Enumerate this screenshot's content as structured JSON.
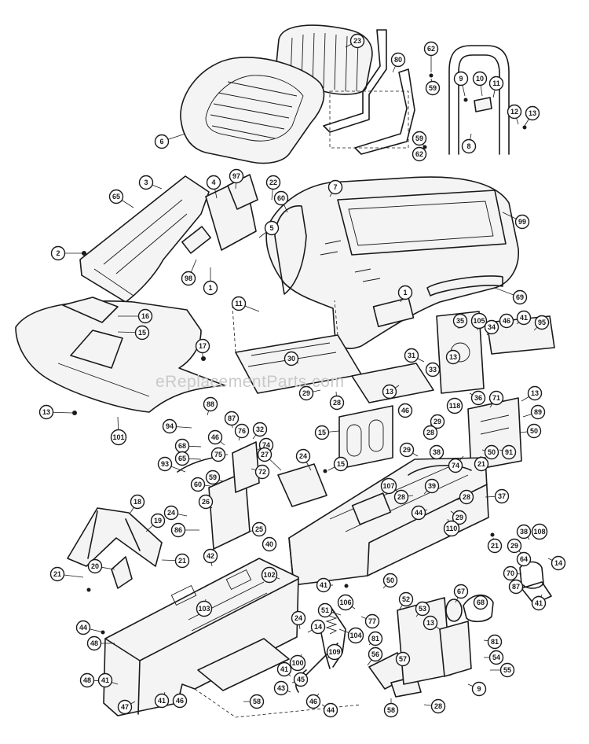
{
  "watermark": "eReplacementParts.com",
  "callouts": [
    {
      "id": "c-23",
      "label": "23"
    },
    {
      "id": "c-80",
      "label": "80"
    },
    {
      "id": "c-62a",
      "label": "62"
    },
    {
      "id": "c-59a",
      "label": "59"
    },
    {
      "id": "c-9a",
      "label": "9"
    },
    {
      "id": "c-10",
      "label": "10"
    },
    {
      "id": "c-11a",
      "label": "11"
    },
    {
      "id": "c-12",
      "label": "12"
    },
    {
      "id": "c-13a",
      "label": "13"
    },
    {
      "id": "c-6",
      "label": "6"
    },
    {
      "id": "c-8",
      "label": "8"
    },
    {
      "id": "c-59b",
      "label": "59"
    },
    {
      "id": "c-62b",
      "label": "62"
    },
    {
      "id": "c-3",
      "label": "3"
    },
    {
      "id": "c-4",
      "label": "4"
    },
    {
      "id": "c-97",
      "label": "97"
    },
    {
      "id": "c-22",
      "label": "22"
    },
    {
      "id": "c-7",
      "label": "7"
    },
    {
      "id": "c-65",
      "label": "65"
    },
    {
      "id": "c-60",
      "label": "60"
    },
    {
      "id": "c-99",
      "label": "99"
    },
    {
      "id": "c-5",
      "label": "5"
    },
    {
      "id": "c-2",
      "label": "2"
    },
    {
      "id": "c-98",
      "label": "98"
    },
    {
      "id": "c-1a",
      "label": "1"
    },
    {
      "id": "c-1b",
      "label": "1"
    },
    {
      "id": "c-69",
      "label": "69"
    },
    {
      "id": "c-11b",
      "label": "11"
    },
    {
      "id": "c-16",
      "label": "16"
    },
    {
      "id": "c-15a",
      "label": "15"
    },
    {
      "id": "c-35",
      "label": "35"
    },
    {
      "id": "c-105",
      "label": "105"
    },
    {
      "id": "c-34",
      "label": "34"
    },
    {
      "id": "c-46a",
      "label": "46"
    },
    {
      "id": "c-41a",
      "label": "41"
    },
    {
      "id": "c-95",
      "label": "95"
    },
    {
      "id": "c-17",
      "label": "17"
    },
    {
      "id": "c-30",
      "label": "30"
    },
    {
      "id": "c-31",
      "label": "31"
    },
    {
      "id": "c-33",
      "label": "33"
    },
    {
      "id": "c-13b",
      "label": "13"
    },
    {
      "id": "c-29a",
      "label": "29"
    },
    {
      "id": "c-13c",
      "label": "13"
    },
    {
      "id": "c-28a",
      "label": "28"
    },
    {
      "id": "c-36",
      "label": "36"
    },
    {
      "id": "c-118",
      "label": "118"
    },
    {
      "id": "c-71",
      "label": "71"
    },
    {
      "id": "c-13d",
      "label": "13"
    },
    {
      "id": "c-13e",
      "label": "13"
    },
    {
      "id": "c-101",
      "label": "101"
    },
    {
      "id": "c-88",
      "label": "88"
    },
    {
      "id": "c-46b",
      "label": "46"
    },
    {
      "id": "c-29b",
      "label": "29"
    },
    {
      "id": "c-89",
      "label": "89"
    },
    {
      "id": "c-94",
      "label": "94"
    },
    {
      "id": "c-87",
      "label": "87"
    },
    {
      "id": "c-76",
      "label": "76"
    },
    {
      "id": "c-32",
      "label": "32"
    },
    {
      "id": "c-28b",
      "label": "28"
    },
    {
      "id": "c-50a",
      "label": "50"
    },
    {
      "id": "c-15b",
      "label": "15"
    },
    {
      "id": "c-46c",
      "label": "46"
    },
    {
      "id": "c-74a",
      "label": "74"
    },
    {
      "id": "c-68",
      "label": "68"
    },
    {
      "id": "c-75",
      "label": "75"
    },
    {
      "id": "c-65b",
      "label": "65"
    },
    {
      "id": "c-29c",
      "label": "29"
    },
    {
      "id": "c-38a",
      "label": "38"
    },
    {
      "id": "c-50b",
      "label": "50"
    },
    {
      "id": "c-91",
      "label": "91"
    },
    {
      "id": "c-93",
      "label": "93"
    },
    {
      "id": "c-72",
      "label": "72"
    },
    {
      "id": "c-27",
      "label": "27"
    },
    {
      "id": "c-24a",
      "label": "24"
    },
    {
      "id": "c-15c",
      "label": "15"
    },
    {
      "id": "c-74b",
      "label": "74"
    },
    {
      "id": "c-21a",
      "label": "21"
    },
    {
      "id": "c-60b",
      "label": "60"
    },
    {
      "id": "c-59c",
      "label": "59"
    },
    {
      "id": "c-107",
      "label": "107"
    },
    {
      "id": "c-28c",
      "label": "28"
    },
    {
      "id": "c-39",
      "label": "39"
    },
    {
      "id": "c-28d",
      "label": "28"
    },
    {
      "id": "c-37",
      "label": "37"
    },
    {
      "id": "c-26",
      "label": "26"
    },
    {
      "id": "c-18",
      "label": "18"
    },
    {
      "id": "c-24b",
      "label": "24"
    },
    {
      "id": "c-44a",
      "label": "44"
    },
    {
      "id": "c-29d",
      "label": "29"
    },
    {
      "id": "c-86",
      "label": "86"
    },
    {
      "id": "c-25",
      "label": "25"
    },
    {
      "id": "c-110",
      "label": "110"
    },
    {
      "id": "c-19",
      "label": "19"
    },
    {
      "id": "c-40",
      "label": "40"
    },
    {
      "id": "c-21b",
      "label": "21"
    },
    {
      "id": "c-38b",
      "label": "38"
    },
    {
      "id": "c-108",
      "label": "108"
    },
    {
      "id": "c-20",
      "label": "20"
    },
    {
      "id": "c-21c",
      "label": "21"
    },
    {
      "id": "c-29e",
      "label": "29"
    },
    {
      "id": "c-64",
      "label": "64"
    },
    {
      "id": "c-42",
      "label": "42"
    },
    {
      "id": "c-102",
      "label": "102"
    },
    {
      "id": "c-70",
      "label": "70"
    },
    {
      "id": "c-14a",
      "label": "14"
    },
    {
      "id": "c-87b",
      "label": "87"
    },
    {
      "id": "c-21d",
      "label": "21"
    },
    {
      "id": "c-41b",
      "label": "41"
    },
    {
      "id": "c-50c",
      "label": "50"
    },
    {
      "id": "c-41c",
      "label": "41"
    },
    {
      "id": "c-103",
      "label": "103"
    },
    {
      "id": "c-106",
      "label": "106"
    },
    {
      "id": "c-52",
      "label": "52"
    },
    {
      "id": "c-67",
      "label": "67"
    },
    {
      "id": "c-68b",
      "label": "68"
    },
    {
      "id": "c-51",
      "label": "51"
    },
    {
      "id": "c-53",
      "label": "53"
    },
    {
      "id": "c-77",
      "label": "77"
    },
    {
      "id": "c-44b",
      "label": "44"
    },
    {
      "id": "c-24c",
      "label": "24"
    },
    {
      "id": "c-14b",
      "label": "14"
    },
    {
      "id": "c-13f",
      "label": "13"
    },
    {
      "id": "c-48a",
      "label": "48"
    },
    {
      "id": "c-104",
      "label": "104"
    },
    {
      "id": "c-81a",
      "label": "81"
    },
    {
      "id": "c-81b",
      "label": "81"
    },
    {
      "id": "c-109",
      "label": "109"
    },
    {
      "id": "c-100",
      "label": "100"
    },
    {
      "id": "c-56",
      "label": "56"
    },
    {
      "id": "c-54",
      "label": "54"
    },
    {
      "id": "c-57",
      "label": "57"
    },
    {
      "id": "c-55",
      "label": "55"
    },
    {
      "id": "c-48b",
      "label": "48"
    },
    {
      "id": "c-41d",
      "label": "41"
    },
    {
      "id": "c-45",
      "label": "45"
    },
    {
      "id": "c-41e",
      "label": "41"
    },
    {
      "id": "c-9b",
      "label": "9"
    },
    {
      "id": "c-47",
      "label": "47"
    },
    {
      "id": "c-43",
      "label": "43"
    },
    {
      "id": "c-58a",
      "label": "58"
    },
    {
      "id": "c-41f",
      "label": "41"
    },
    {
      "id": "c-46d",
      "label": "46"
    },
    {
      "id": "c-46e",
      "label": "46"
    },
    {
      "id": "c-44c",
      "label": "44"
    },
    {
      "id": "c-58b",
      "label": "58"
    },
    {
      "id": "c-28e",
      "label": "28"
    }
  ]
}
